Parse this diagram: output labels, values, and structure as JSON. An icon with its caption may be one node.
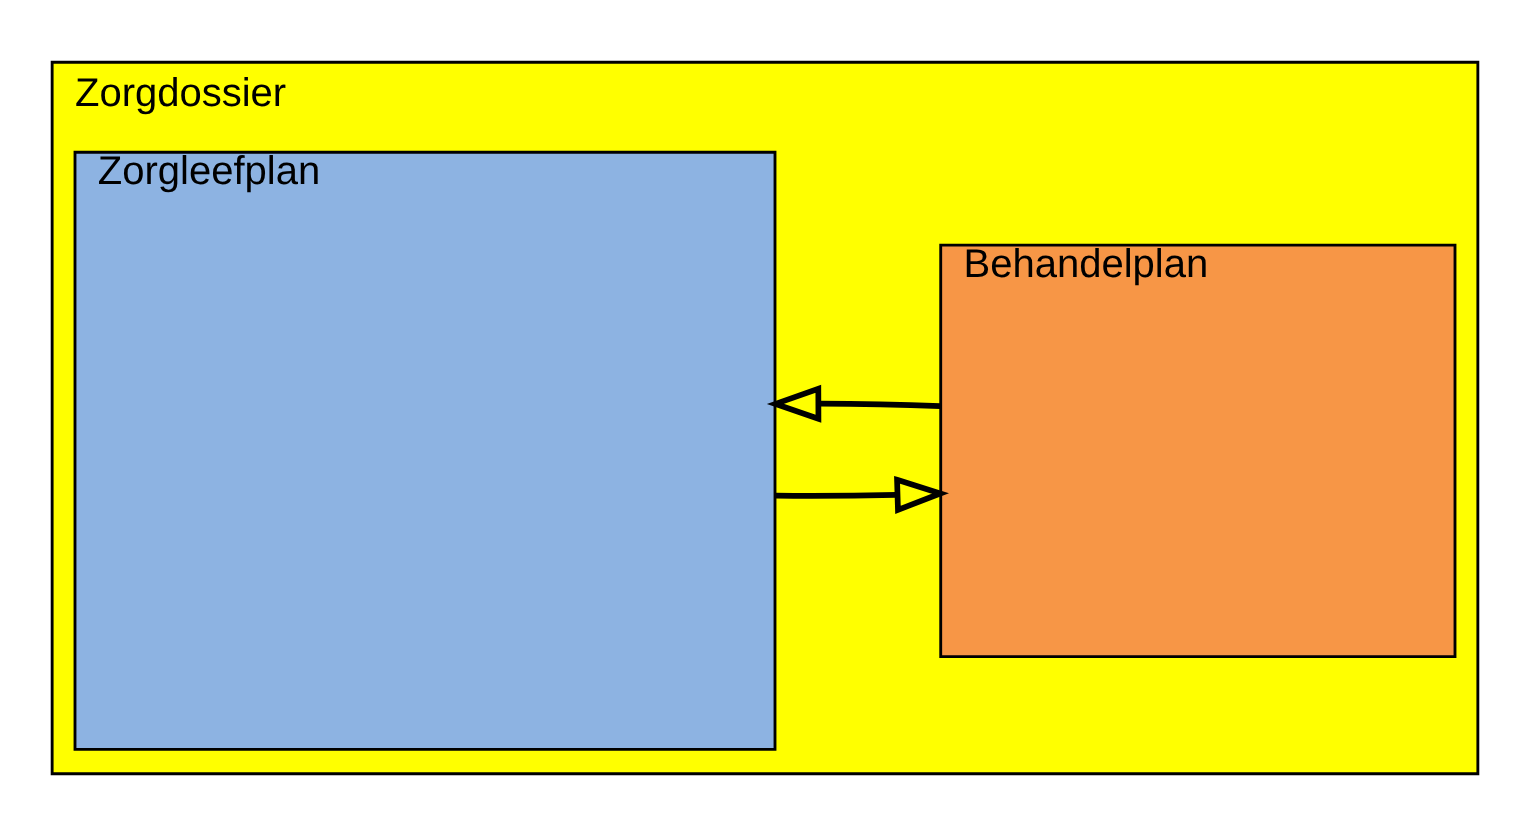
{
  "diagram": {
    "nodes": [
      {
        "text": [
          "Zorgdossier"
        ]
      },
      {
        "text": [
          "Zorgleefplan"
        ],
        "in": 0
      },
      {
        "text": [
          "Behandelplan"
        ],
        "in": 0
      }
    ],
    "edges": [
      {
        "from": 2,
        "to": 1,
        "arrow": "to"
      },
      {
        "from": 1,
        "to": 2,
        "arrow": "to"
      }
    ]
  }
}
